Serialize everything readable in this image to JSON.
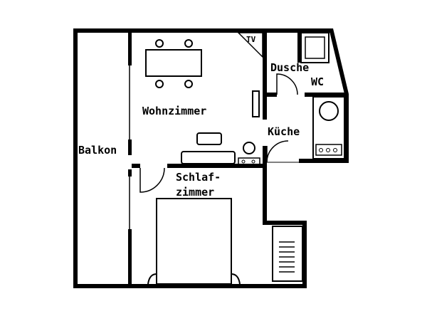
{
  "labels": {
    "balkon": "Balkon",
    "wohnzimmer": "Wohnzimmer",
    "schlaf_line1": "Schlaf-",
    "schlaf_line2": "zimmer",
    "kueche": "Küche",
    "dusche": "Dusche",
    "wc": "WC",
    "tv": "TV"
  },
  "colors": {
    "wall": "#000000",
    "background": "#ffffff"
  }
}
